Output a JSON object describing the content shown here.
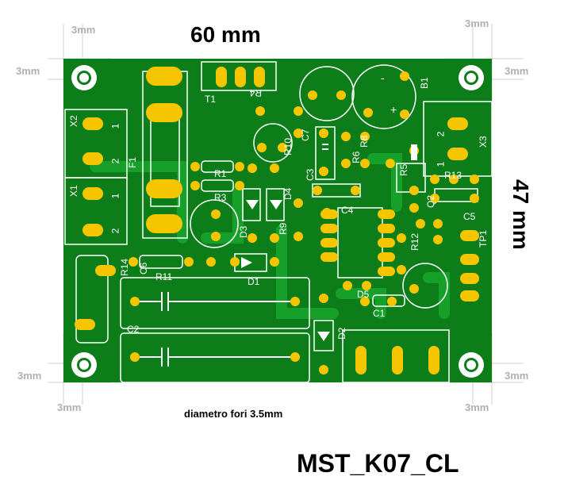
{
  "dimensions": {
    "width_label": "60 mm",
    "height_label": "47 mm",
    "hole_offset_label": "3mm"
  },
  "note": "diametro fori 3.5mm",
  "board_name": "MST_K07_CL",
  "components": {
    "transformer": "T1",
    "battery": "B1",
    "connectors": [
      "X1",
      "X2",
      "X3"
    ],
    "x1_pins": [
      "1",
      "2"
    ],
    "x2_pins": [
      "1",
      "2"
    ],
    "x3_pins": [
      "2",
      "1"
    ],
    "fuse": "F1",
    "resistors": [
      "R1",
      "R3",
      "R4",
      "R5",
      "R6",
      "R8",
      "R9",
      "R10",
      "R11",
      "R12",
      "R13",
      "R14"
    ],
    "capacitors": [
      "C1",
      "C2",
      "C3",
      "C4",
      "C5",
      "C6",
      "C7"
    ],
    "diodes": [
      "D1",
      "D2",
      "D3",
      "D4",
      "D5"
    ],
    "transistors": [
      "Q2"
    ],
    "testpoint": "TP1",
    "ic_polarity": [
      "-",
      "+"
    ]
  },
  "colors": {
    "board": "#0d7d1a",
    "pad": "#f5c600",
    "silk": "#ffffff",
    "track": "#16a02a"
  }
}
